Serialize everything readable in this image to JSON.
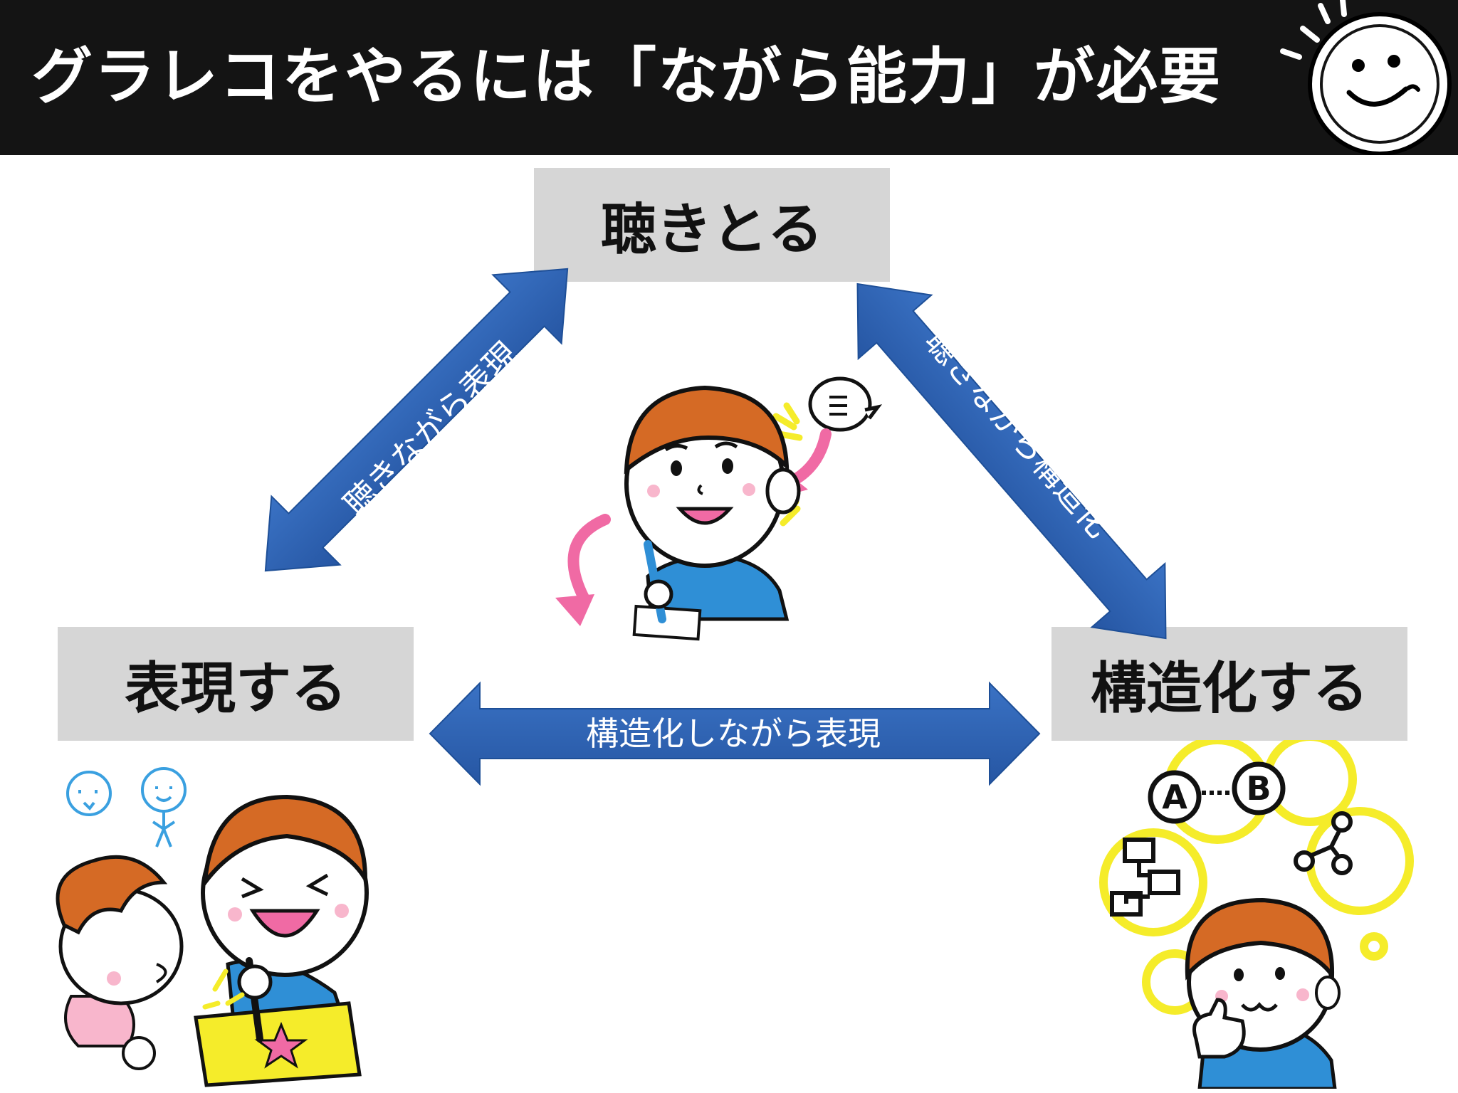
{
  "header": {
    "title": "グラレコをやるには「ながら能力」が必要"
  },
  "nodes": {
    "listen": "聴きとる",
    "express": "表現する",
    "structure": "構造化する"
  },
  "arrows": {
    "left": "聴きながら表現",
    "right": "聴きながら構造化",
    "bottom": "構造化しながら表現"
  },
  "illustration_letters": {
    "a": "A",
    "b": "B"
  },
  "colors": {
    "header_bg": "#141414",
    "box_bg": "#d6d6d6",
    "arrow_blue": "#2e63b5",
    "hair_orange": "#d56a25",
    "shirt_blue": "#2f8fd6",
    "accent_pink": "#f06aa4",
    "accent_yellow": "#f5ec2a"
  }
}
